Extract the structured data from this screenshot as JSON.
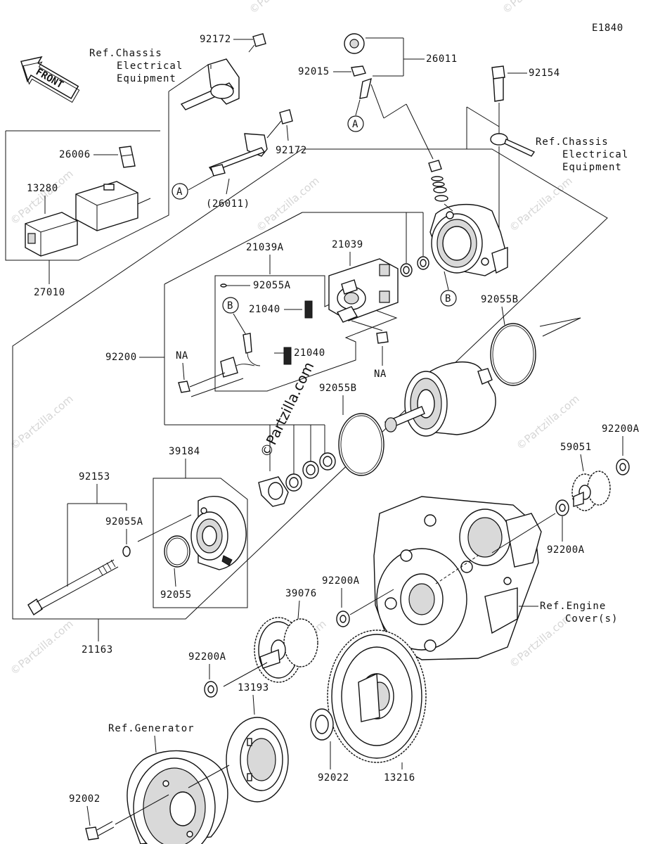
{
  "diagram_code": "E1840",
  "front_label": "FRONT",
  "watermark": "©Partzilla.com",
  "watermark_main": "©Partzilla.com",
  "ref_chassis_1": [
    "Ref.Chassis",
    "Electrical",
    "Equipment"
  ],
  "ref_chassis_2": [
    "Ref.Chassis",
    "Electrical",
    "Equipment"
  ],
  "ref_engine_cover": [
    "Ref.Engine",
    "Cover(s)"
  ],
  "ref_generator": "Ref.Generator",
  "part_labels": {
    "p92172_top": "92172",
    "p26011_top": "26011",
    "p92015": "92015",
    "p92154": "92154",
    "p26006": "26006",
    "p92172_mid": "92172",
    "p13280": "13280",
    "p26011_paren": "(26011)",
    "p27010": "27010",
    "p21039A": "21039A",
    "p21039": "21039",
    "p92055A_top": "92055A",
    "p21040_top": "21040",
    "p92055B_top": "92055B",
    "p92200": "92200",
    "p21040_bot": "21040",
    "NA_left": "NA",
    "NA_right": "NA",
    "p92055B_mid": "92055B",
    "p39184": "39184",
    "p92200A_right": "92200A",
    "p59051": "59051",
    "p92153": "92153",
    "p92055A_left": "92055A",
    "p92200A_mid": "92200A",
    "p92055": "92055",
    "p92200A_center": "92200A",
    "p39076": "39076",
    "p21163": "21163",
    "p92200A_left": "92200A",
    "p13193": "13193",
    "p92022": "92022",
    "p13216": "13216",
    "p92002": "92002"
  },
  "callouts": {
    "A1": "A",
    "A2": "A",
    "B1": "B",
    "B2": "B"
  }
}
